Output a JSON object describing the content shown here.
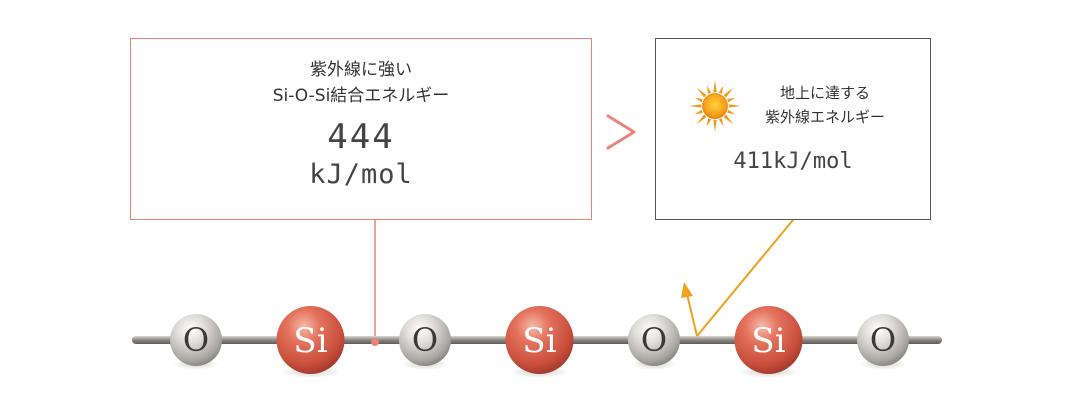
{
  "left_box": {
    "title_line1": "紫外線に強い",
    "title_line2": "Si-O-Si結合エネルギー",
    "value": "444",
    "unit": "kJ/mol"
  },
  "right_box": {
    "title_line1": "地上に達する",
    "title_line2": "紫外線エネルギー",
    "value": "411kJ/mol"
  },
  "comparison_symbol": ">",
  "chain": {
    "atoms": [
      "O",
      "Si",
      "O",
      "Si",
      "O",
      "Si",
      "O"
    ]
  },
  "colors": {
    "accent": "#e8857b",
    "si_atom": "#d9604c",
    "o_atom": "#c9c7c2",
    "ray": "#f0a020",
    "right_border": "#555555"
  }
}
